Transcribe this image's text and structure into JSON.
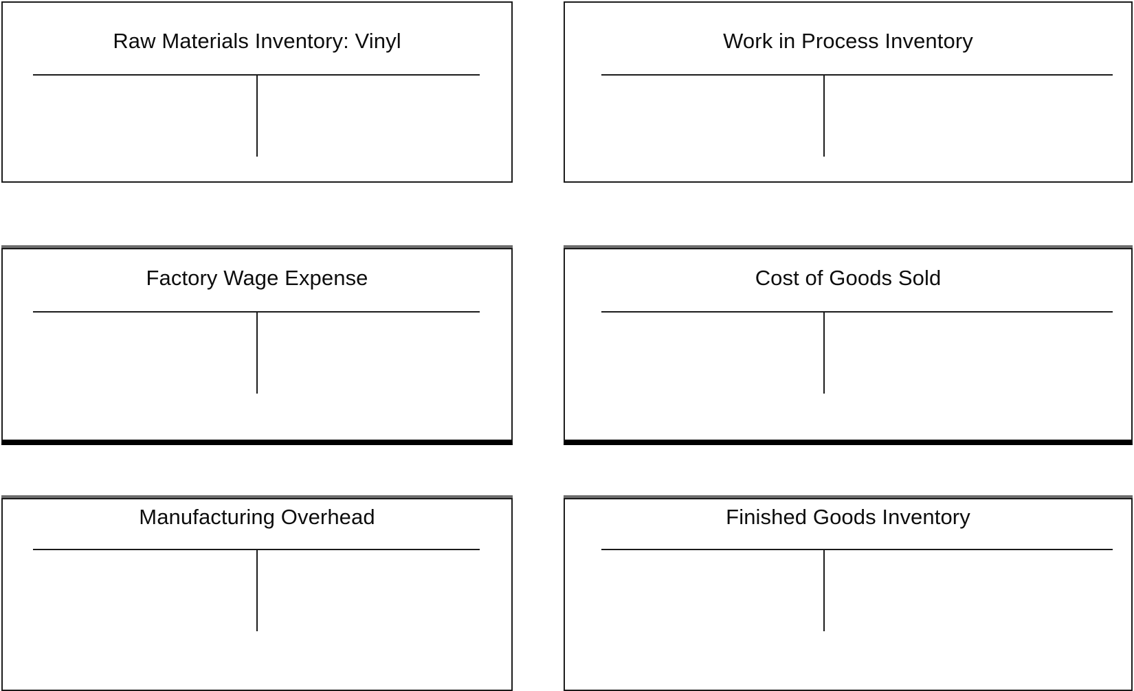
{
  "page": {
    "background_color": "#ffffff",
    "line_color": "#1a1a1a",
    "accent_color": "#6e6e6e",
    "text_color": "#0d0d0d",
    "layout": "2-column by 3-row grid of blank T-accounts"
  },
  "accounts": [
    {
      "id": "raw-materials-inventory-vinyl",
      "title": "Raw Materials Inventory: Vinyl",
      "column": "left",
      "row": 1,
      "debit_entries": [],
      "credit_entries": []
    },
    {
      "id": "work-in-process-inventory",
      "title": "Work in Process Inventory",
      "column": "right",
      "row": 1,
      "debit_entries": [],
      "credit_entries": []
    },
    {
      "id": "factory-wage-expense",
      "title": "Factory Wage Expense",
      "column": "left",
      "row": 2,
      "debit_entries": [],
      "credit_entries": []
    },
    {
      "id": "cost-of-goods-sold",
      "title": "Cost of Goods Sold",
      "column": "right",
      "row": 2,
      "debit_entries": [],
      "credit_entries": []
    },
    {
      "id": "manufacturing-overhead",
      "title": "Manufacturing Overhead",
      "column": "left",
      "row": 3,
      "debit_entries": [],
      "credit_entries": []
    },
    {
      "id": "finished-goods-inventory",
      "title": "Finished Goods Inventory",
      "column": "right",
      "row": 3,
      "debit_entries": [],
      "credit_entries": []
    }
  ]
}
